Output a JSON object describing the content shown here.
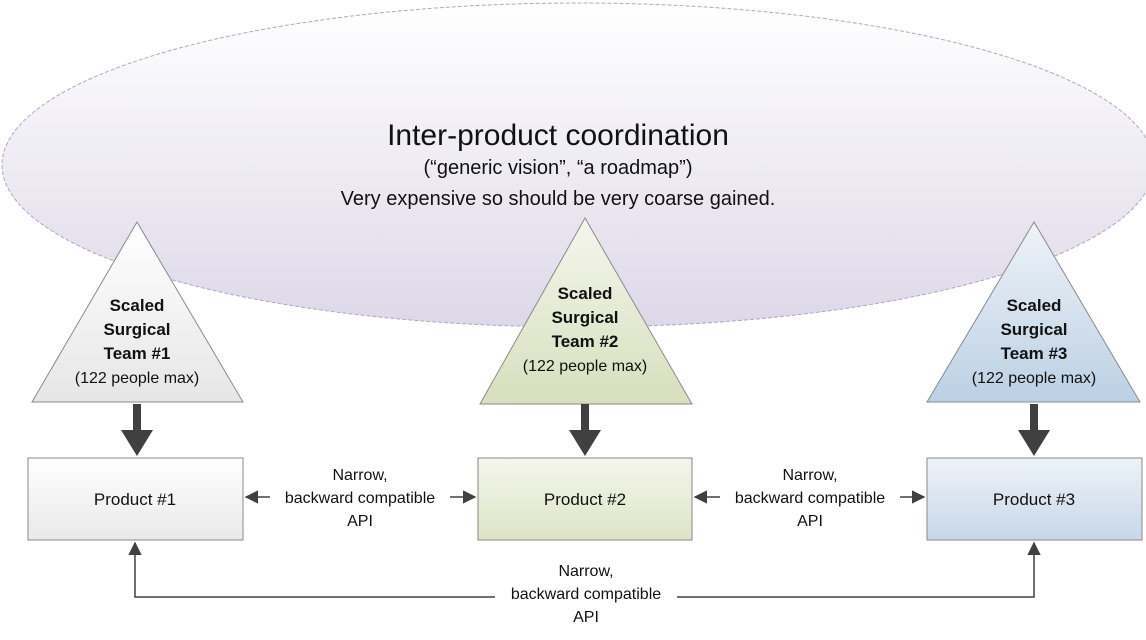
{
  "coordination": {
    "title": "Inter-product coordination",
    "subtitle": "(“generic vision”, “a roadmap”)",
    "note": "Very expensive so should be very coarse gained."
  },
  "teams": [
    {
      "line1": "Scaled",
      "line2": "Surgical",
      "line3": "Team #1",
      "capacity": "(122 people max)",
      "color": "#f0f0f0"
    },
    {
      "line1": "Scaled",
      "line2": "Surgical",
      "line3": "Team #2",
      "capacity": "(122 people max)",
      "color": "#e3e9cf"
    },
    {
      "line1": "Scaled",
      "line2": "Surgical",
      "line3": "Team #3",
      "capacity": "(122 people max)",
      "color": "#cddbe9"
    }
  ],
  "products": [
    {
      "label": "Product #1",
      "color": "#f2f2f2"
    },
    {
      "label": "Product #2",
      "color": "#e6ebd5"
    },
    {
      "label": "Product #3",
      "color": "#d5e1ee"
    }
  ],
  "apis": [
    {
      "line1": "Narrow,",
      "line2": "backward compatible",
      "line3": "API"
    },
    {
      "line1": "Narrow,",
      "line2": "backward compatible",
      "line3": "API"
    },
    {
      "line1": "Narrow,",
      "line2": "backward compatible",
      "line3": "API"
    }
  ],
  "colors": {
    "ellipse_fill": "#e4e0ec",
    "arrow": "#404040",
    "connector": "#404040"
  }
}
